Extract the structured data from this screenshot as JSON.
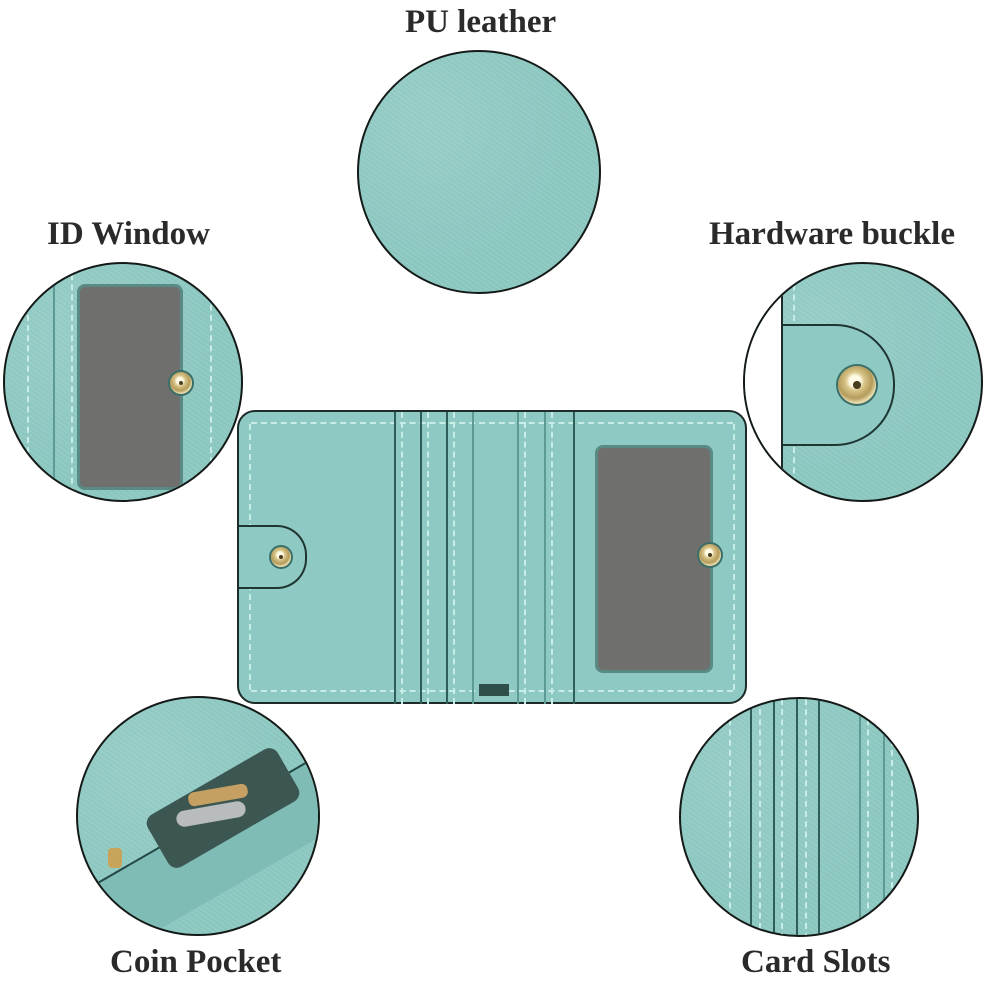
{
  "labels": {
    "pu_leather": "PU leather",
    "id_window": "ID Window",
    "hardware_buckle": "Hardware buckle",
    "coin_pocket": "Coin Pocket",
    "card_slots": "Card Slots"
  },
  "colors": {
    "leather": "#8ecac3",
    "outline": "#141a18",
    "window": "#6f706e",
    "stitch": "#c8ece6",
    "hardware_gold": "#d9c68a",
    "text": "#2a2a2a"
  }
}
